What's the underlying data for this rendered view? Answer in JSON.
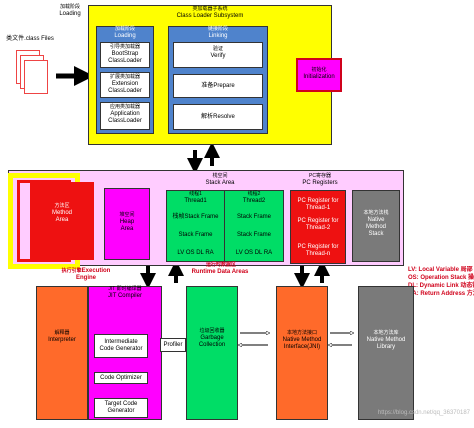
{
  "loading_label": {
    "cn": "加载阶段",
    "en": "Loading"
  },
  "class_files_label": "类文件.class Files",
  "subsystem": {
    "cn": "类加载器子系统",
    "en": "Class Loader Subsystem"
  },
  "loading_stage": {
    "cn": "加载阶段",
    "en": "Loading"
  },
  "loaders": [
    {
      "cn": "引导类加载器",
      "en1": "BootStrap",
      "en2": "ClassLoader"
    },
    {
      "cn": "扩展类加载器",
      "en1": "Extension",
      "en2": "ClassLoader"
    },
    {
      "cn": "应用类加载器",
      "en1": "Application",
      "en2": "ClassLoader"
    }
  ],
  "linking_stage": {
    "cn": "链接阶段",
    "en": "Linking"
  },
  "linking_steps": [
    {
      "cn": "验证",
      "en": "Verify"
    },
    {
      "cn": "准备Prepare",
      "en": ""
    },
    {
      "cn": "解析Resolve",
      "en": ""
    }
  ],
  "init_stage": {
    "cn": "初始化",
    "en": "Initialization"
  },
  "method_area": {
    "cn": "方法区",
    "en1": "Method",
    "en2": "Area"
  },
  "heap_area": {
    "cn": "堆空间",
    "en1": "Heap",
    "en2": "Area"
  },
  "stack_area": {
    "cn": "栈空间",
    "en": "Stack Area"
  },
  "threads": [
    {
      "name": "线程1",
      "en": "Thread1"
    },
    {
      "name": "线程2",
      "en": "Thread2"
    }
  ],
  "stack_rows": [
    "栈帧Stack Frame",
    "Stack Frame",
    "Stack Frame",
    "Stack Frame"
  ],
  "stack_bottom": "LV OS DL RA",
  "pc_registers": {
    "cn": "PC寄存器",
    "en": "PC Registers"
  },
  "pc_items": [
    {
      "en": "PC Register for",
      "thread": "Thread-1"
    },
    {
      "en": "PC Register for",
      "thread": "Thread-2"
    },
    {
      "en": "PC Register for",
      "thread": "Thread-n"
    }
  ],
  "native_stack": {
    "cn": "本地方法栈",
    "en1": "Native",
    "en2": "Method",
    "en3": "Stack"
  },
  "runtime_label": {
    "cn": "运行时数据区",
    "en": "Runtime Data Areas"
  },
  "legend": [
    "LV: Local Variable 局部",
    "OS: Operation Stack 操作",
    "DL: Dynamic Link 动态链",
    "RA: Return Address 方法"
  ],
  "exec_engine_label": {
    "cn": "执行引擎",
    "en1": "Execution",
    "en2": "Engine"
  },
  "interpreter": {
    "cn": "解释器",
    "en": "Interpreter"
  },
  "jit": {
    "cn": "JIT 即时编译器",
    "en": "JIT Compiler"
  },
  "jit_steps": [
    {
      "en1": "Intermediate",
      "en2": "Code Generator"
    },
    {
      "en1": "Code Optimizer",
      "en2": ""
    },
    {
      "en1": "Target Code",
      "en2": "Generator"
    }
  ],
  "profiler": "Profiler",
  "gc": {
    "cn": "垃圾回收器",
    "en1": "Garbage",
    "en2": "Collection"
  },
  "jni": {
    "cn": "本地方法接口",
    "en1": "Native Method",
    "en2": "Interface(JNI)"
  },
  "native_lib": {
    "cn": "本地方法库",
    "en1": "Native Method",
    "en2": "Library"
  },
  "watermark": "https://blog.csdn.net/qq_36370187",
  "colors": {
    "yellow": "#ffff00",
    "blue": "#4f83cc",
    "magenta": "#ff00ff",
    "red": "#ee1111",
    "green": "#00dd66",
    "pink": "#ffccff",
    "orange": "#ff6a2a",
    "gray": "#7a7a7a"
  }
}
